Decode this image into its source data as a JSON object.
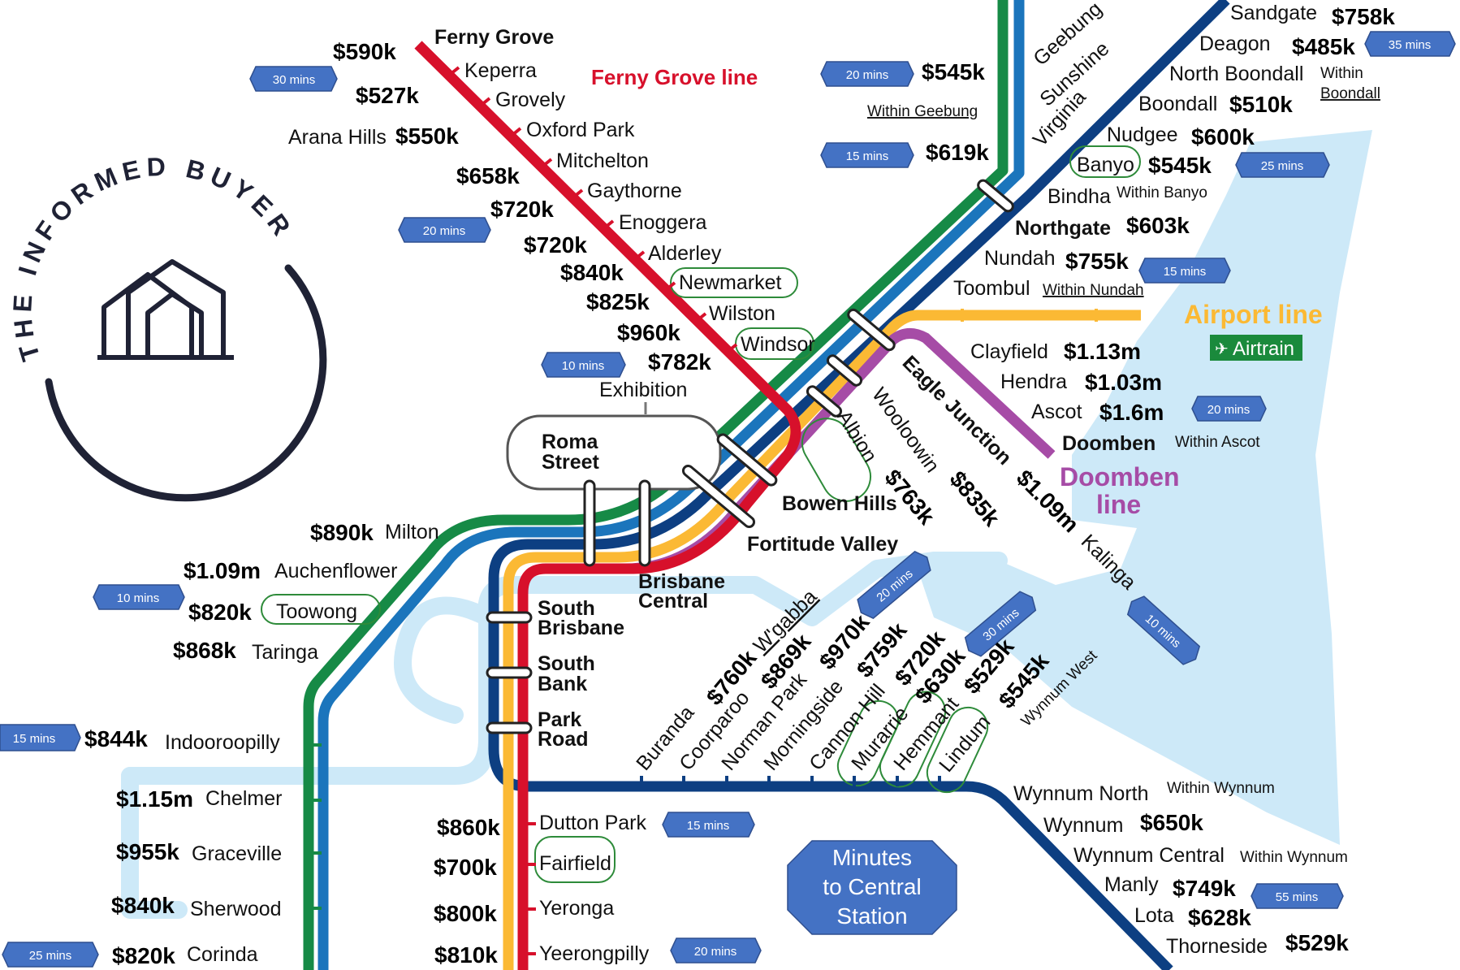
{
  "logo": {
    "text": "THE INFORMED BUYER"
  },
  "line_titles": {
    "ferny_grove": "Ferny Grove line",
    "airport": "Airport line",
    "airtrain": "Airtrain",
    "doomben_1": "Doomben",
    "doomben_2": "line"
  },
  "legend": {
    "line1": "Minutes",
    "line2": "to Central",
    "line3": "Station"
  },
  "colors": {
    "ferny_grove": "#d7102b",
    "airport": "#fbb934",
    "doomben": "#a64ca6",
    "green_line": "#168a46",
    "blue_line": "#1b75bc",
    "navy_line": "#0d3f82",
    "water": "#cde9f8",
    "badge": "#4472c4",
    "ring": "#2e8b3a"
  },
  "badges": {
    "b30_ferny": "30 mins",
    "b20_ferny": "20 mins",
    "b10_exh": "10 mins",
    "b20_geebung": "20 mins",
    "b15_virginia": "15 mins",
    "b35_sandgate": "35 mins",
    "b25_banyo": "25 mins",
    "b15_nundah": "15 mins",
    "b20_ascot": "20 mins",
    "b10_toowong": "10 mins",
    "b15_indro": "15 mins",
    "b25_corinda": "25 mins",
    "b15_dutton": "15 mins",
    "b20_yeerong": "20 mins",
    "b20_woolloongabba": "20 mins",
    "b30_cleveland": "30 mins",
    "b10_kalinga": "10 mins",
    "b55_manly": "55 mins"
  },
  "stations": {
    "ferny_grove": "Ferny Grove",
    "keperra": "Keperra",
    "grovely": "Grovely",
    "oxford_park": "Oxford Park",
    "mitchelton": "Mitchelton",
    "gaythorne": "Gaythorne",
    "enoggera": "Enoggera",
    "alderley": "Alderley",
    "newmarket": "Newmarket",
    "wilston": "Wilston",
    "windsor": "Windsor",
    "exhibition": "Exhibition",
    "roma_1": "Roma",
    "roma_2": "Street",
    "central_1": "Brisbane",
    "central_2": "Central",
    "bowen_hills": "Bowen Hills",
    "fortitude_valley": "Fortitude Valley",
    "albion": "Albion",
    "wooloowin": "Wooloowin",
    "eagle_junction": "Eagle Junction",
    "kalinga": "Kalinga",
    "clayfield": "Clayfield",
    "hendra": "Hendra",
    "ascot": "Ascot",
    "doomben": "Doomben",
    "toombul": "Toombul",
    "nundah": "Nundah",
    "northgate": "Northgate",
    "bindha": "Bindha",
    "banyo": "Banyo",
    "nudgee": "Nudgee",
    "boondall": "Boondall",
    "north_boondall": "North Boondall",
    "deagon": "Deagon",
    "sandgate": "Sandgate",
    "virginia": "Virginia",
    "sunshine": "Sunshine",
    "geebung": "Geebung",
    "milton": "Milton",
    "auchenflower": "Auchenflower",
    "toowong": "Toowong",
    "taringa": "Taringa",
    "indooroopilly": "Indooroopilly",
    "chelmer": "Chelmer",
    "graceville": "Graceville",
    "sherwood": "Sherwood",
    "corinda": "Corinda",
    "south_brisbane_1": "South",
    "south_brisbane_2": "Brisbane",
    "south_bank_1": "South",
    "south_bank_2": "Bank",
    "park_road_1": "Park",
    "park_road_2": "Road",
    "dutton_park": "Dutton Park",
    "fairfield": "Fairfield",
    "yeronga": "Yeronga",
    "yeerongpilly": "Yeerongpilly",
    "woolloongabba": "W'gabba",
    "buranda": "Buranda",
    "coorparoo": "Coorparoo",
    "norman_park": "Norman Park",
    "morningside": "Morningside",
    "cannon_hill": "Cannon Hill",
    "murarrie": "Murarrie",
    "hemmant": "Hemmant",
    "lindum": "Lindum",
    "wynnum_west": "Wynnum West",
    "wynnum_north": "Wynnum North",
    "wynnum": "Wynnum",
    "wynnum_central": "Wynnum Central",
    "manly": "Manly",
    "lota": "Lota",
    "thorneside": "Thorneside"
  },
  "prices": {
    "ferny_grove": "$590k",
    "keperra": "$527k",
    "arana_hills_label": "Arana Hills",
    "arana_hills": "$550k",
    "mitchelton": "$658k",
    "gaythorne": "$720k",
    "enoggera": "$720k",
    "alderley": "$840k",
    "newmarket": "$825k",
    "wilston": "$960k",
    "windsor": "$782k",
    "geebung": "$545k",
    "virginia": "$619k",
    "sandgate": "$758k",
    "deagon": "$485k",
    "boondall": "$510k",
    "nudgee": "$600k",
    "banyo": "$545k",
    "northgate": "$603k",
    "nundah": "$755k",
    "clayfield": "$1.13m",
    "hendra": "$1.03m",
    "ascot": "$1.6m",
    "albion": "$763k",
    "wooloowin": "$835k",
    "eagle_junction": "$1.09m",
    "milton": "$890k",
    "auchenflower": "$1.09m",
    "toowong": "$820k",
    "taringa": "$868k",
    "indooroopilly": "$844k",
    "chelmer": "$1.15m",
    "graceville": "$955k",
    "sherwood": "$840k",
    "corinda": "$820k",
    "dutton_park": "$860k",
    "fairfield": "$700k",
    "yeronga": "$800k",
    "yeerongpilly": "$810k",
    "buranda": "$760k",
    "coorparoo": "$869k",
    "norman_park": "$970k",
    "morningside": "$759k",
    "cannon_hill": "$720k",
    "murarrie": "$630k",
    "hemmant": "$529k",
    "lindum": "$545k",
    "wynnum": "$650k",
    "manly": "$749k",
    "lota": "$628k",
    "thorneside": "$529k"
  },
  "notes": {
    "within_geebung": "Within Geebung",
    "within_boondall_1": "Within",
    "within_boondall_2": "Boondall",
    "within_banyo": "Within Banyo",
    "within_nundah": "Within Nundah",
    "within_ascot": "Within Ascot",
    "within_wynnum_1": "Within Wynnum",
    "within_wynnum_2": "Within Wynnum"
  }
}
